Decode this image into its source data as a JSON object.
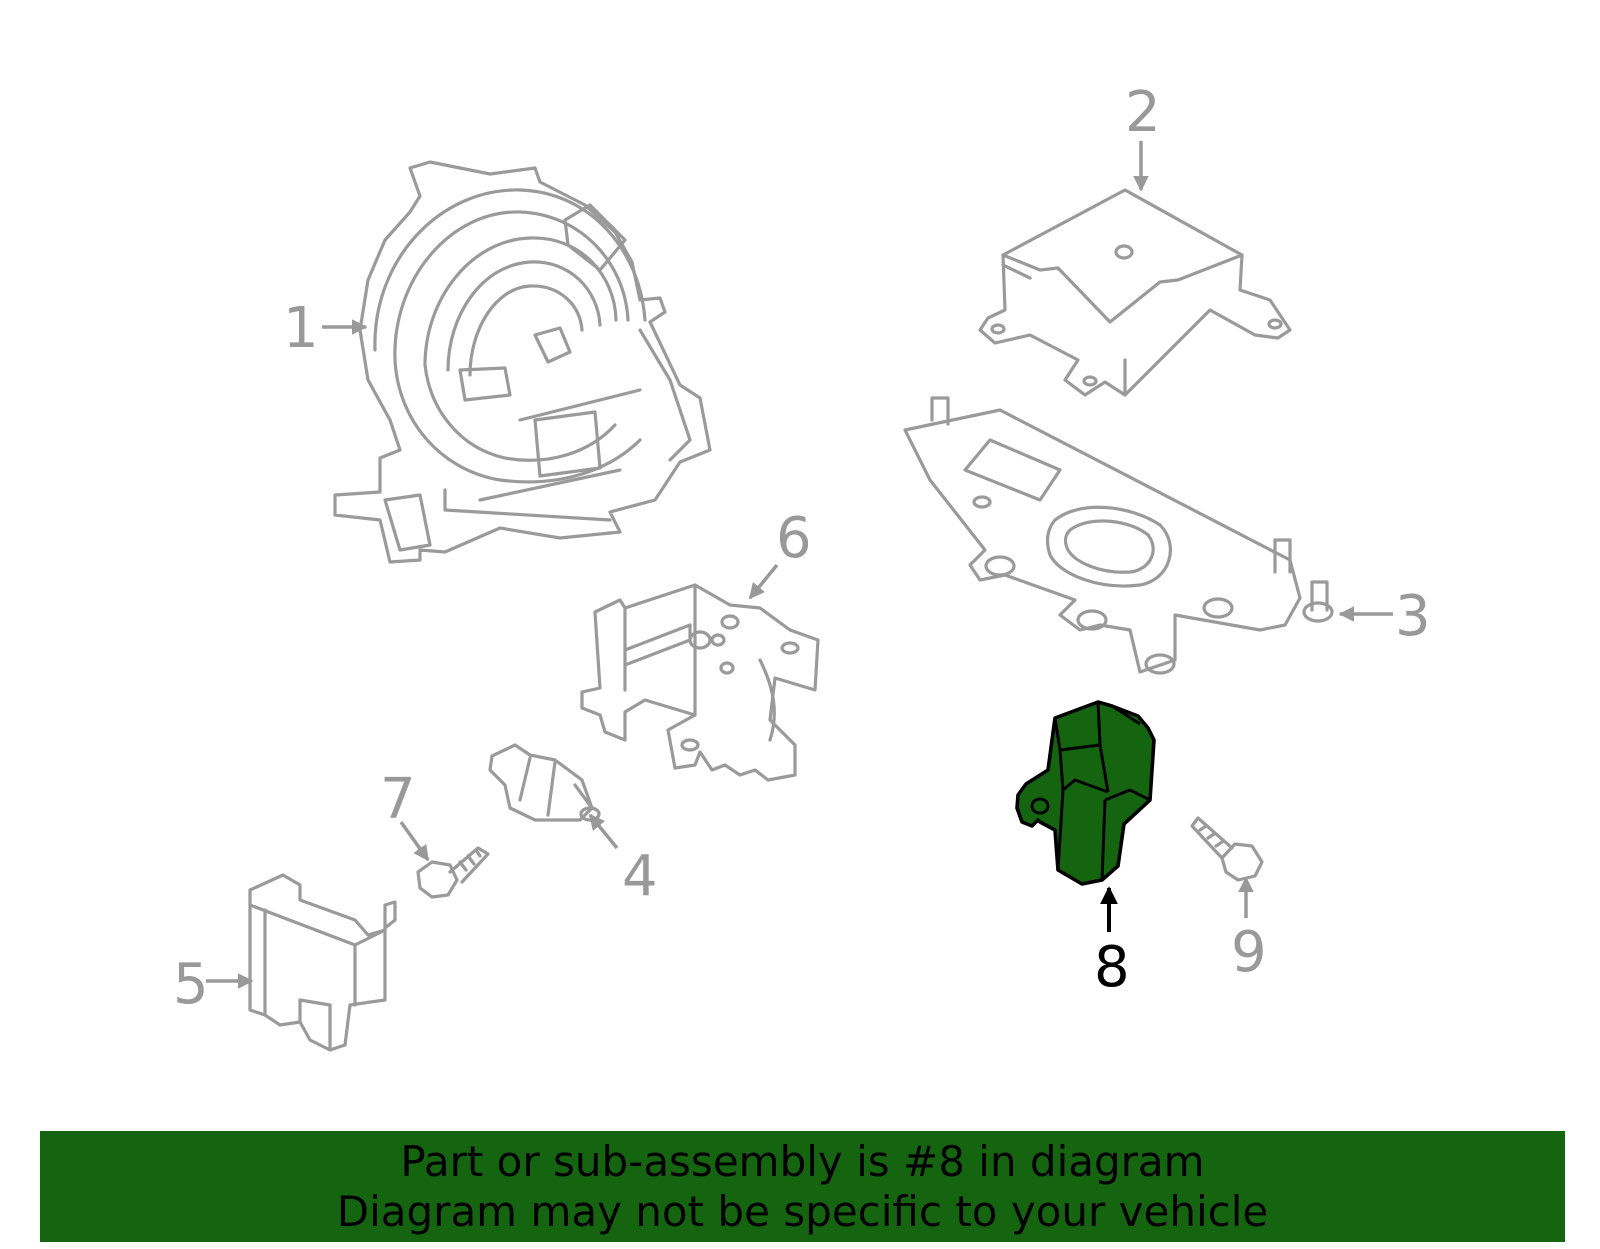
{
  "callouts": {
    "c1": "1",
    "c2": "2",
    "c3": "3",
    "c4": "4",
    "c5": "5",
    "c6": "6",
    "c7": "7",
    "c8": "8",
    "c9": "9"
  },
  "highlighted_part": "8",
  "colors": {
    "highlight": "#146410",
    "line_art": "#9a9a9a",
    "callout_text": "#999999",
    "active_text": "#000000"
  },
  "banner": {
    "line1": "Part or sub-assembly is #8 in diagram",
    "line2": "Diagram may not be specific to your vehicle"
  }
}
